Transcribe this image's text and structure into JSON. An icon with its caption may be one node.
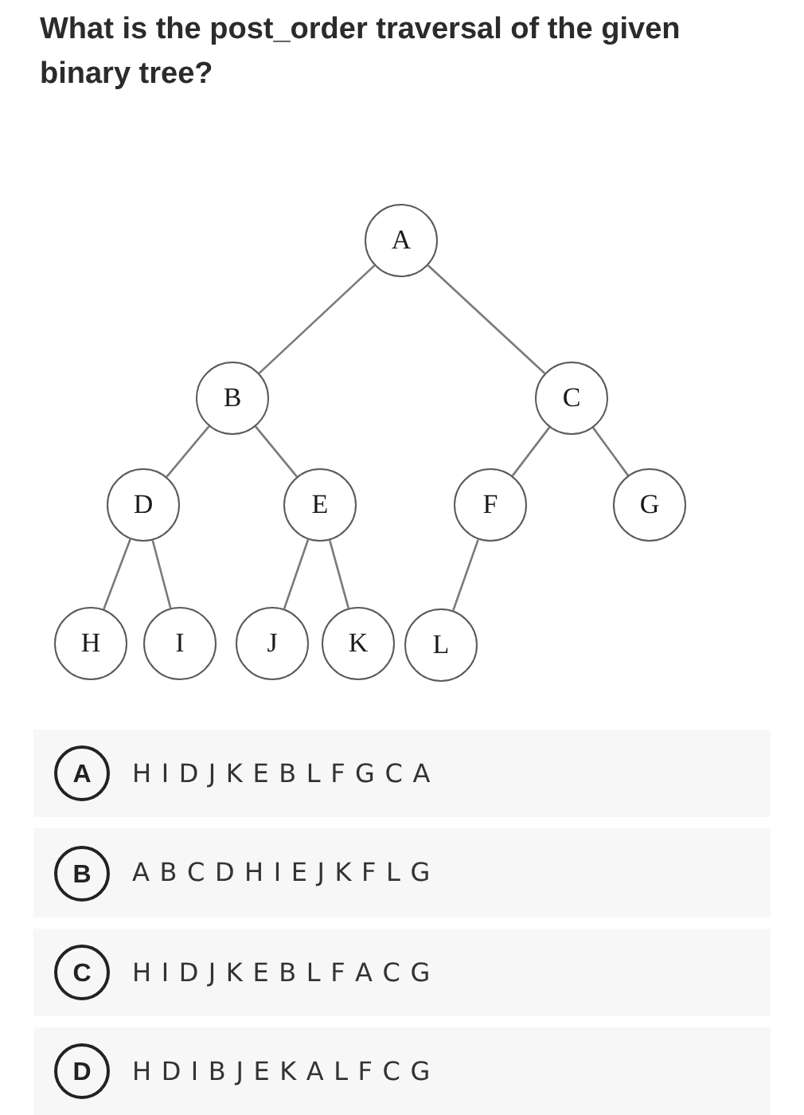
{
  "diagram": {
    "title": "What is the post_order traversal of the given binary tree?",
    "nodes": [
      {
        "text": [
          "A"
        ]
      },
      {
        "text": [
          "B"
        ]
      },
      {
        "text": [
          "C"
        ]
      },
      {
        "text": [
          "D"
        ]
      },
      {
        "text": [
          "E"
        ]
      },
      {
        "text": [
          "F"
        ]
      },
      {
        "text": [
          "G"
        ]
      },
      {
        "text": [
          "H"
        ]
      },
      {
        "text": [
          "I"
        ]
      },
      {
        "text": [
          "J"
        ]
      },
      {
        "text": [
          "K"
        ]
      },
      {
        "text": [
          "L"
        ]
      },
      {
        "text": [
          "H I D J K E B L F G C A"
        ]
      },
      {
        "text": [
          "A"
        ],
        "in": 12
      },
      {
        "text": [
          "A B C D H I E J K F L G"
        ]
      },
      {
        "text": [
          "B"
        ],
        "in": 14
      },
      {
        "text": [
          "H I D J K E B L F A C G"
        ]
      },
      {
        "text": [
          "C"
        ],
        "in": 16
      },
      {
        "text": [
          "H D I B J E K A L F C G"
        ]
      },
      {
        "text": [
          "D"
        ],
        "in": 18
      }
    ],
    "edges": [
      {
        "from": 0,
        "to": 1,
        "arrow": "none"
      },
      {
        "from": 0,
        "to": 2,
        "arrow": "none"
      },
      {
        "from": 1,
        "to": 3,
        "arrow": "none"
      },
      {
        "from": 1,
        "to": 4,
        "arrow": "none"
      },
      {
        "from": 2,
        "to": 5,
        "arrow": "none"
      },
      {
        "from": 2,
        "to": 6,
        "arrow": "none"
      },
      {
        "from": 3,
        "to": 7,
        "arrow": "none"
      },
      {
        "from": 3,
        "to": 8,
        "arrow": "none"
      },
      {
        "from": 4,
        "to": 9,
        "arrow": "none"
      },
      {
        "from": 4,
        "to": 10,
        "arrow": "none"
      },
      {
        "from": 5,
        "to": 11,
        "arrow": "none"
      }
    ]
  }
}
